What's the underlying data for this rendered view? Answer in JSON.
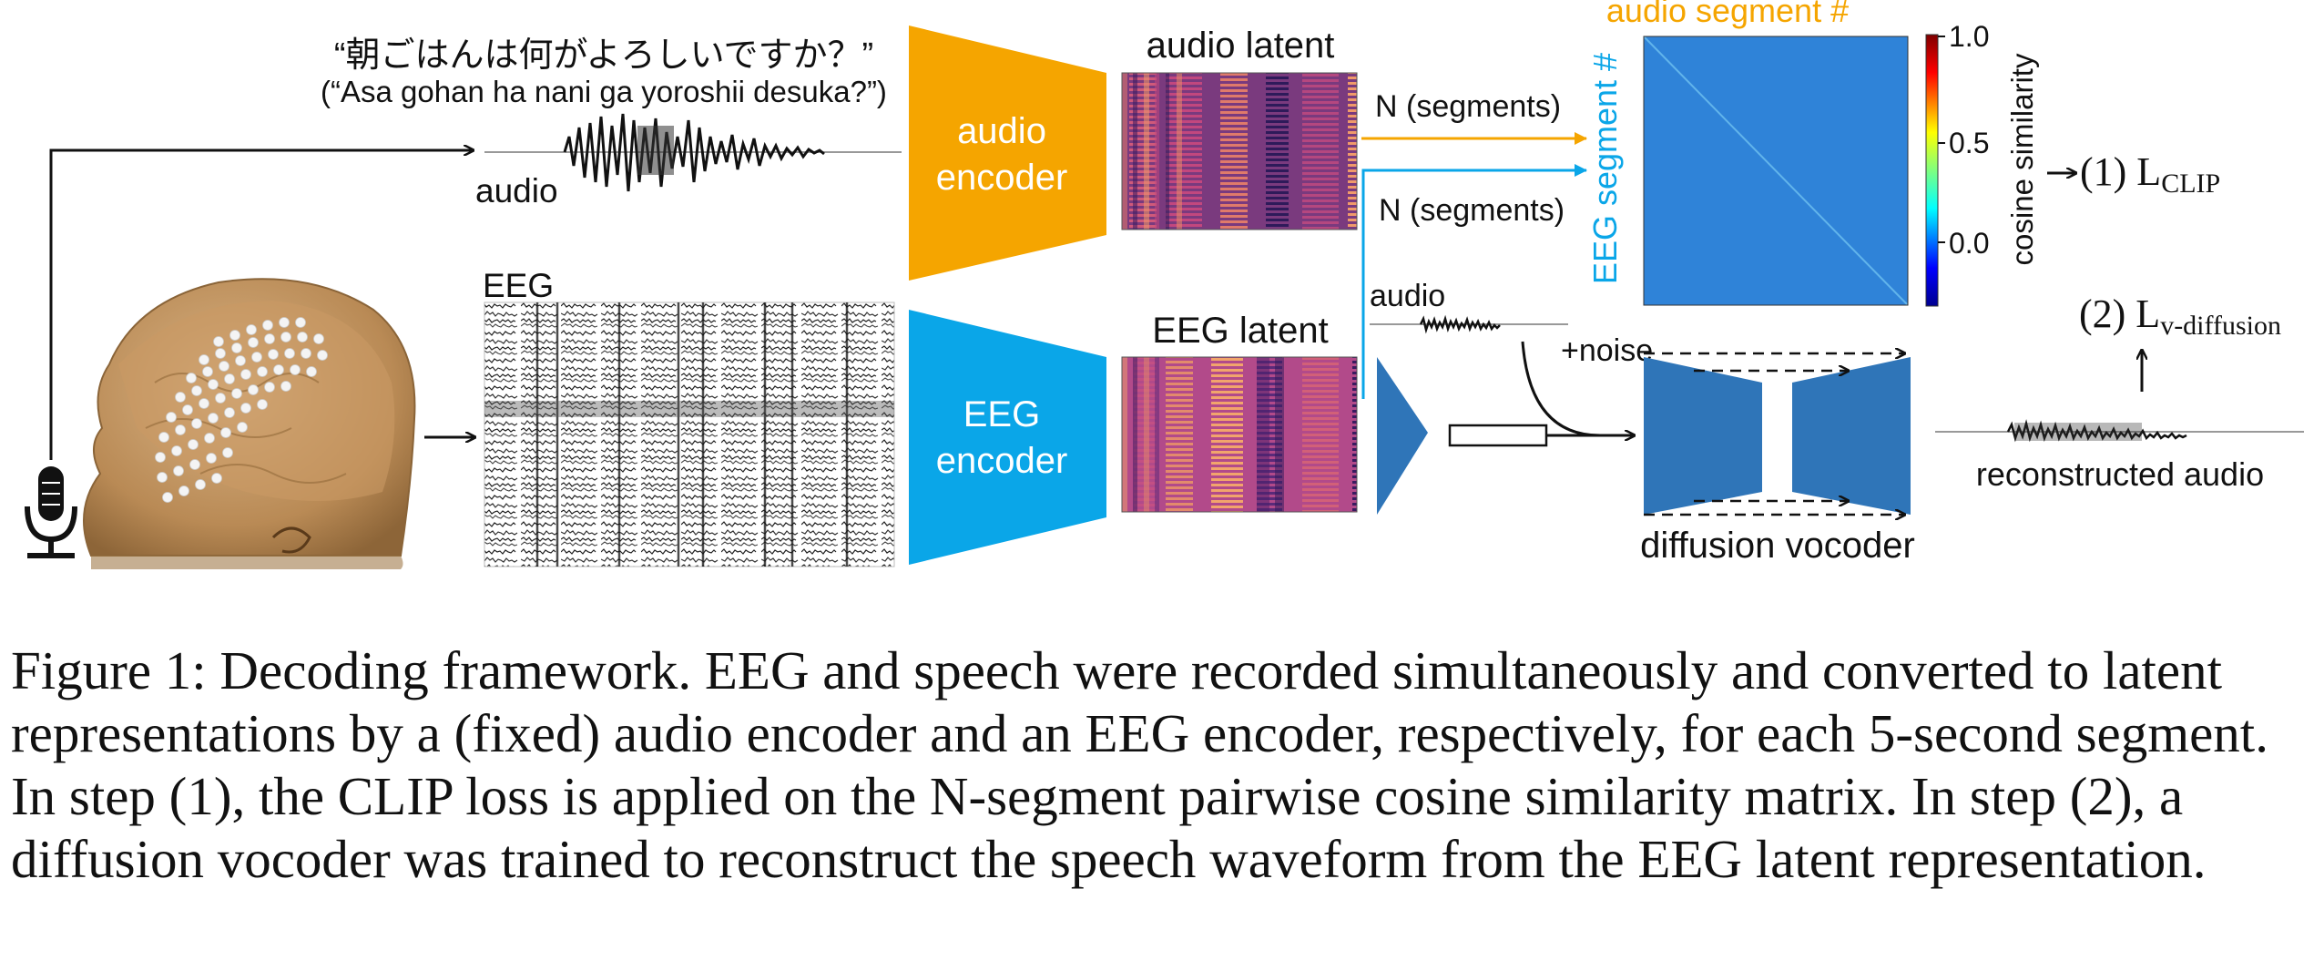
{
  "figure": {
    "quote_japanese": "“朝ごはんは何がよろしいですか？”",
    "quote_romaji": "(“Asa gohan ha nani ga yoroshii desuka?”)",
    "label_audio": "audio",
    "label_eeg": "EEG",
    "audio_encoder_line1": "audio",
    "audio_encoder_line2": "encoder",
    "eeg_encoder_line1": "EEG",
    "eeg_encoder_line2": "encoder",
    "audio_latent_title": "audio latent",
    "eeg_latent_title": "EEG latent",
    "n_segments_top": "N (segments)",
    "n_segments_bottom": "N (segments)",
    "audio_segment_axis": "audio segment #",
    "eeg_segment_axis": "EEG segment #",
    "colorbar_label": "cosine similarity",
    "colorbar_ticks": [
      "1.0",
      "0.5",
      "0.0"
    ],
    "loss1_prefix": "(1) L",
    "loss1_sub": "CLIP",
    "loss2_prefix": "(2) L",
    "loss2_sub": "v-diffusion",
    "small_audio_label": "audio",
    "noise_label": "+noise",
    "vocoder_label": "diffusion vocoder",
    "reconstructed_label": "reconstructed audio",
    "colors": {
      "audio_orange": "#f5a500",
      "eeg_blue": "#0aa6e8",
      "vocoder_blue": "#2f75b8",
      "matrix_blue": "#2a7fd4",
      "head_tan": "#c69a66"
    }
  },
  "caption": {
    "text": "Figure 1: Decoding framework. EEG and speech were recorded simultaneously and converted to latent representations by a (fixed) audio encoder and an EEG encoder, respectively, for each 5-second segment. In step (1), the CLIP loss is applied on the N-segment pairwise cosine similarity matrix. In step (2), a diffusion vocoder was trained to reconstruct the speech waveform from the EEG latent representation."
  }
}
